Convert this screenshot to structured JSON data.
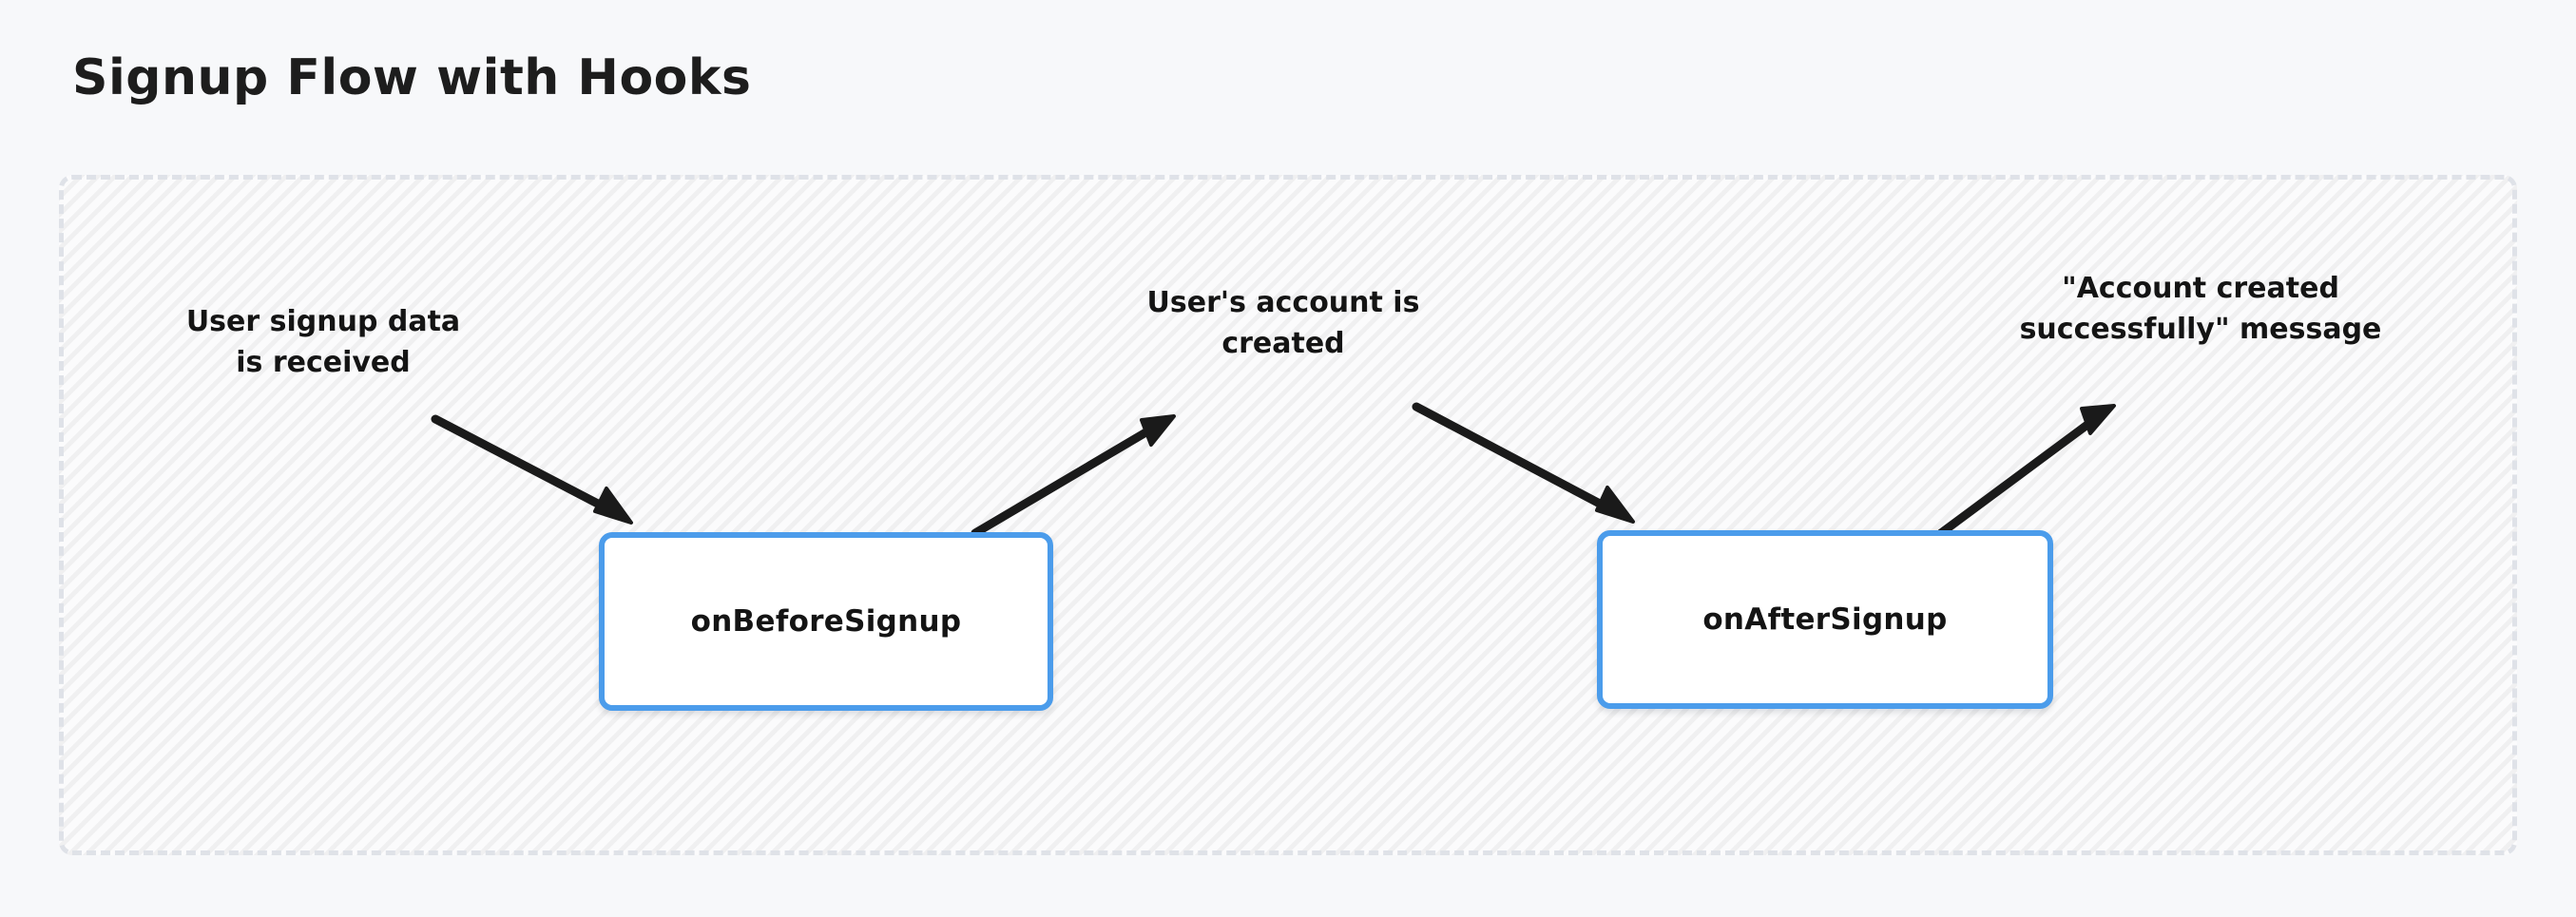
{
  "page": {
    "title": "Signup Flow with Hooks",
    "background_color": "#f7f8fa",
    "accent_color": "#4b9ceb",
    "frame_border_color": "#dfe2e8",
    "text_color": "#141414",
    "arrow_color": "#1a1a1a"
  },
  "diagram": {
    "type": "flow",
    "frame": {
      "style": "dashed",
      "fill": "hatched"
    },
    "nodes": [
      {
        "id": "on-before-signup",
        "label": "onBeforeSignup"
      },
      {
        "id": "on-after-signup",
        "label": "onAfterSignup"
      }
    ],
    "edge_labels": [
      {
        "id": "signup-data",
        "text": "User signup data\nis received"
      },
      {
        "id": "account-made",
        "text": "User's account is\ncreated"
      },
      {
        "id": "success-msg",
        "text": "\"Account created\nsuccessfully\" message"
      }
    ],
    "arrows": [
      {
        "id": "arrow-input-to-before",
        "from": "signup-data",
        "to": "on-before-signup",
        "direction": "down-right"
      },
      {
        "id": "arrow-before-to-account",
        "from": "on-before-signup",
        "to": "account-made",
        "direction": "up-right"
      },
      {
        "id": "arrow-account-to-after",
        "from": "account-made",
        "to": "on-after-signup",
        "direction": "down-right"
      },
      {
        "id": "arrow-after-to-message",
        "from": "on-after-signup",
        "to": "success-msg",
        "direction": "up-right"
      }
    ]
  }
}
